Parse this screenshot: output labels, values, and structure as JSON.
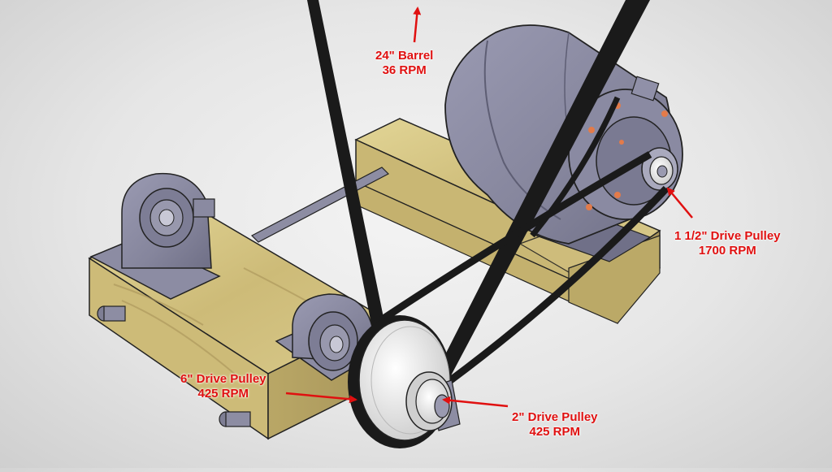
{
  "labels": {
    "barrel": {
      "size": "24\" Barrel",
      "rpm": "36 RPM"
    },
    "motor_pulley": {
      "size": "1 1/2\" Drive Pulley",
      "rpm": "1700 RPM"
    },
    "large_pulley": {
      "size": "6\" Drive Pulley",
      "rpm": "425 RPM"
    },
    "small_pulley": {
      "size": "2\" Drive Pulley",
      "rpm": "425 RPM"
    }
  },
  "colors": {
    "label_red": "#e01010",
    "wood": "#d9c987",
    "metal": "#8a8aa0",
    "belt": "#1a1a1a"
  }
}
